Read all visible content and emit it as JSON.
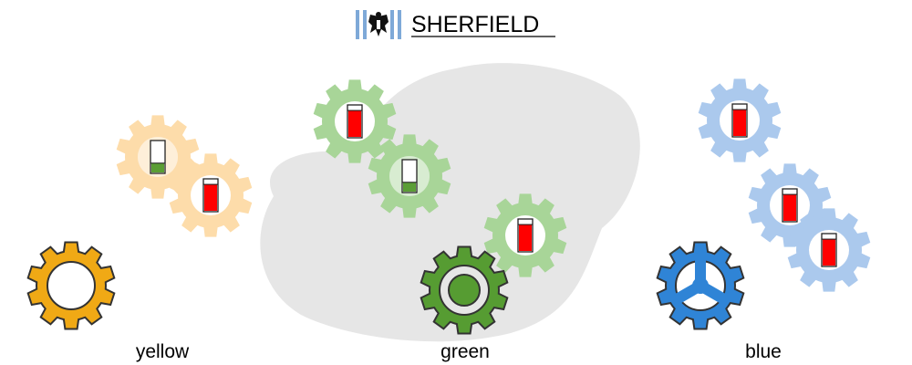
{
  "header": {
    "title": "SHERFIELD",
    "logo_icon": "eagle-crest-icon",
    "logo_stripe_color": "#7ea9d8"
  },
  "cloud_color": "#e6e6e6",
  "groups": [
    {
      "key": "yellow",
      "label": "yellow",
      "light_color": "#fddcaa",
      "dark_color": "#f0a915",
      "main_gear_style": "ring",
      "main_gear_icon": "gear-ring-icon",
      "small_gears": [
        {
          "fill_level": 0.3,
          "fill_color": "#5a9e35",
          "tone": "light"
        },
        {
          "fill_level": 0.85,
          "fill_color": "#ff0000",
          "tone": "dark"
        }
      ]
    },
    {
      "key": "green",
      "label": "green",
      "light_color": "#a8d598",
      "dark_color": "#569c32",
      "main_gear_style": "ring-with-hub",
      "main_gear_icon": "gear-hub-icon",
      "small_gears": [
        {
          "fill_level": 0.85,
          "fill_color": "#ff0000",
          "tone": "dark"
        },
        {
          "fill_level": 0.3,
          "fill_color": "#5a9e35",
          "tone": "light"
        },
        {
          "fill_level": 0.85,
          "fill_color": "#ff0000",
          "tone": "dark"
        }
      ]
    },
    {
      "key": "blue",
      "label": "blue",
      "light_color": "#abc9ed",
      "dark_color": "#2f84d6",
      "main_gear_style": "spoked-wheel",
      "main_gear_icon": "gear-wheel-icon",
      "small_gears": [
        {
          "fill_level": 0.85,
          "fill_color": "#ff0000",
          "tone": "dark"
        },
        {
          "fill_level": 0.85,
          "fill_color": "#ff0000",
          "tone": "dark"
        },
        {
          "fill_level": 0.85,
          "fill_color": "#ff0000",
          "tone": "dark"
        }
      ]
    }
  ]
}
